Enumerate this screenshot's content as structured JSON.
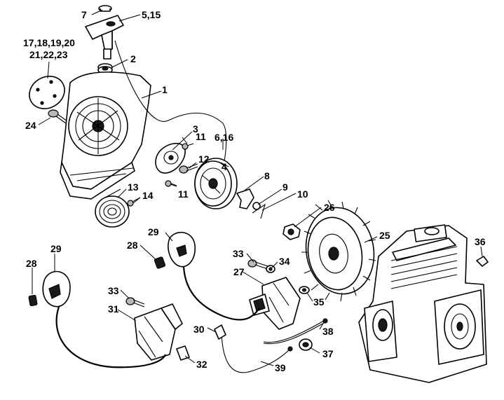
{
  "callouts": {
    "c1": "1",
    "c2": "2",
    "c3": "3",
    "c4": "4",
    "c5_15": "5,15",
    "c6_16": "6,16",
    "c7": "7",
    "c8": "8",
    "c9": "9",
    "c10": "10",
    "c11a": "11",
    "c11b": "11",
    "c12": "12",
    "c13": "13",
    "c14": "14",
    "c17_line1": "17,18,19,20",
    "c17_line2": "21,22,23",
    "c24": "24",
    "c25": "25",
    "c26": "26",
    "c27": "27",
    "c28a": "28",
    "c28b": "28",
    "c29a": "29",
    "c29b": "29",
    "c30": "30",
    "c31": "31",
    "c32": "32",
    "c33a": "33",
    "c33b": "33",
    "c34": "34",
    "c35": "35",
    "c36": "36",
    "c37": "37",
    "c38": "38",
    "c39": "39"
  }
}
